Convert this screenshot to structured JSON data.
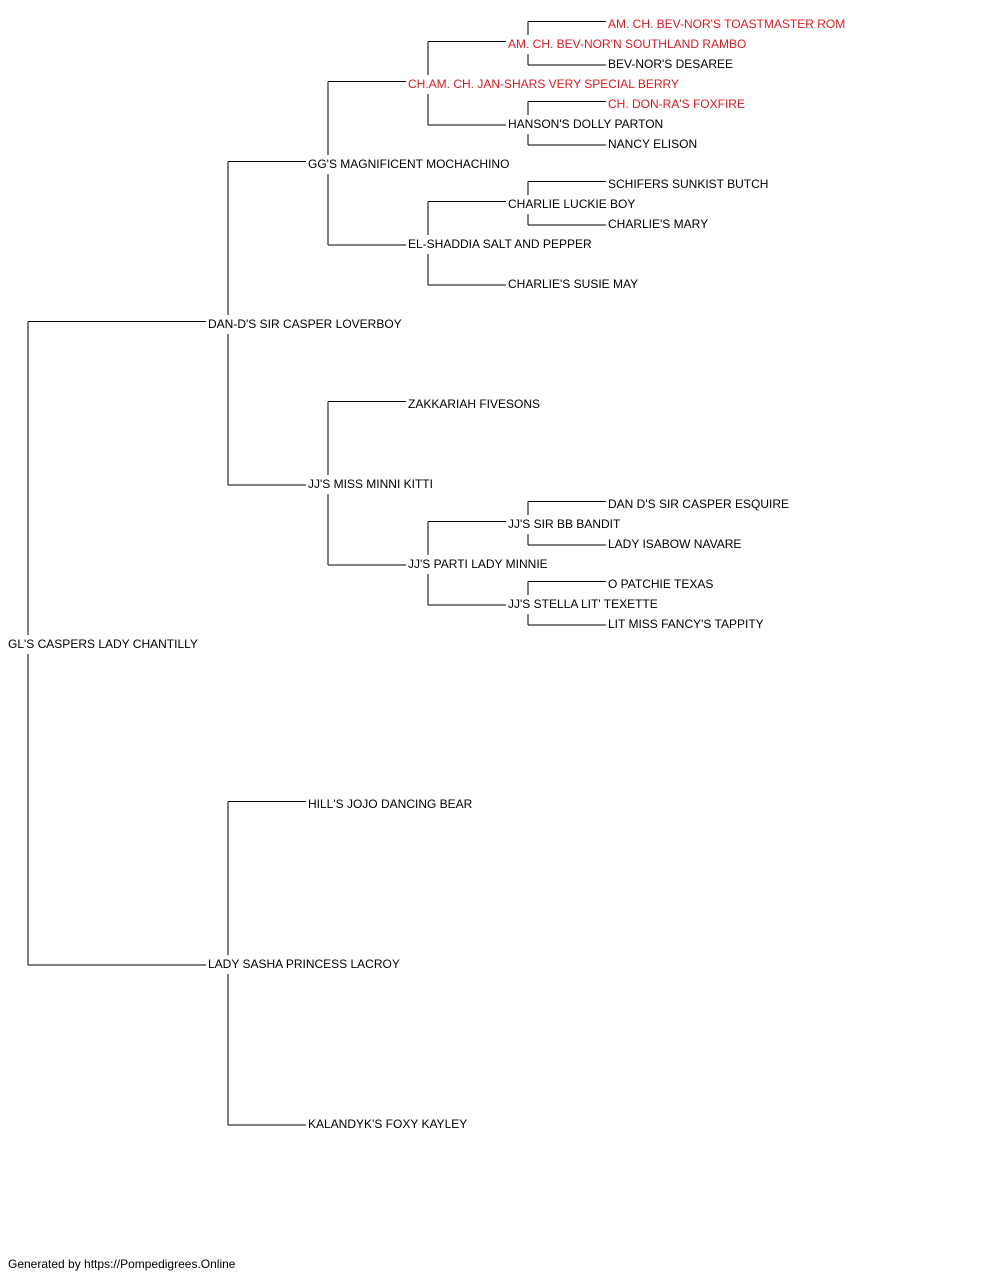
{
  "colors": {
    "line": "#000000",
    "text": "#000000",
    "champion": "#e0191f"
  },
  "pedigree": [
    {
      "id": "self",
      "name": "GL'S CASPERS LADY CHANTILLY",
      "gen": 0,
      "champion": false
    },
    {
      "id": "s",
      "name": "DAN-D'S SIR CASPER LOVERBOY",
      "gen": 1,
      "champion": false
    },
    {
      "id": "d",
      "name": "LADY SASHA PRINCESS LACROY",
      "gen": 1,
      "champion": false
    },
    {
      "id": "ss",
      "name": "GG'S MAGNIFICENT MOCHACHINO",
      "gen": 2,
      "champion": false
    },
    {
      "id": "sd",
      "name": "JJ'S MISS MINNI KITTI",
      "gen": 2,
      "champion": false
    },
    {
      "id": "ds",
      "name": "HILL'S JOJO DANCING BEAR",
      "gen": 2,
      "champion": false
    },
    {
      "id": "dd",
      "name": "KALANDYK'S FOXY KAYLEY",
      "gen": 2,
      "champion": false
    },
    {
      "id": "sss",
      "name": "CH.AM. CH. JAN-SHARS VERY SPECIAL BERRY",
      "gen": 3,
      "champion": true
    },
    {
      "id": "ssd",
      "name": "EL-SHADDIA SALT AND PEPPER",
      "gen": 3,
      "champion": false
    },
    {
      "id": "sds",
      "name": "ZAKKARIAH FIVESONS",
      "gen": 3,
      "champion": false
    },
    {
      "id": "sdd",
      "name": "JJ'S PARTI LADY MINNIE",
      "gen": 3,
      "champion": false
    },
    {
      "id": "ssss",
      "name": "AM. CH. BEV-NOR'N SOUTHLAND RAMBO",
      "gen": 4,
      "champion": true
    },
    {
      "id": "sssd",
      "name": "HANSON'S DOLLY PARTON",
      "gen": 4,
      "champion": false
    },
    {
      "id": "ssds",
      "name": "CHARLIE LUCKIE BOY",
      "gen": 4,
      "champion": false
    },
    {
      "id": "ssdd",
      "name": "CHARLIE'S SUSIE MAY",
      "gen": 4,
      "champion": false
    },
    {
      "id": "sdds",
      "name": "JJ'S SIR BB BANDIT",
      "gen": 4,
      "champion": false
    },
    {
      "id": "sddd",
      "name": "JJ'S STELLA LIT' TEXETTE",
      "gen": 4,
      "champion": false
    },
    {
      "id": "sssss",
      "name": "AM. CH. BEV-NOR'S TOASTMASTER ROM",
      "gen": 5,
      "champion": true
    },
    {
      "id": "ssssd",
      "name": "BEV-NOR'S DESAREE",
      "gen": 5,
      "champion": false
    },
    {
      "id": "sssds",
      "name": "CH. DON-RA'S FOXFIRE",
      "gen": 5,
      "champion": true
    },
    {
      "id": "sssdd",
      "name": "NANCY ELISON",
      "gen": 5,
      "champion": false
    },
    {
      "id": "ssdss",
      "name": "SCHIFERS SUNKIST BUTCH",
      "gen": 5,
      "champion": false
    },
    {
      "id": "ssdsd",
      "name": "CHARLIE'S MARY",
      "gen": 5,
      "champion": false
    },
    {
      "id": "sddss",
      "name": "DAN D'S SIR CASPER ESQUIRE",
      "gen": 5,
      "champion": false
    },
    {
      "id": "sddsd",
      "name": "LADY ISABOW NAVARE",
      "gen": 5,
      "champion": false
    },
    {
      "id": "sddds",
      "name": "O PATCHIE TEXAS",
      "gen": 5,
      "champion": false
    },
    {
      "id": "sdddd",
      "name": "LIT MISS FANCY'S TAPPITY",
      "gen": 5,
      "champion": false
    }
  ],
  "footer": "Generated by https://Pompedigrees.Online"
}
